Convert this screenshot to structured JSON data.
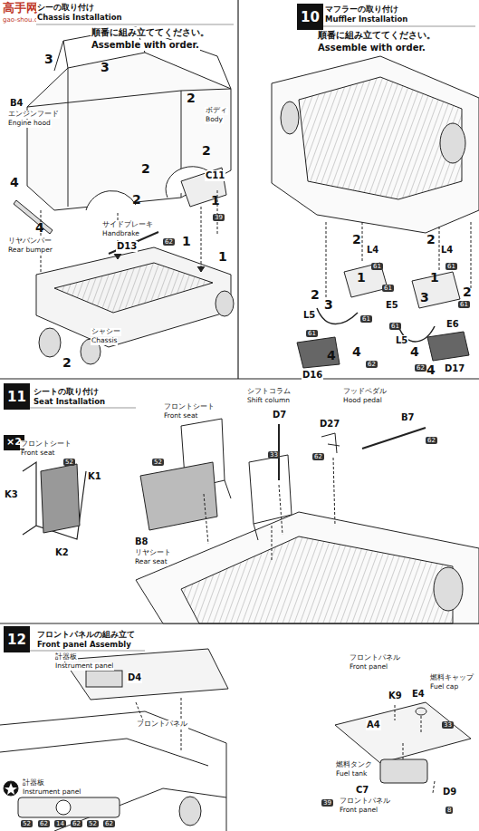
{
  "diagram": {
    "nodes": [
      {
        "text": [
          "10"
        ]
      },
      {
        "text": [
          "11"
        ]
      },
      {
        "text": [
          "12"
        ]
      }
    ],
    "labels": [
      "高手网",
      "gao-shou.com",
      "シーの取り付け",
      "Chassis Installation",
      "順番に組み立ててください。",
      "Assemble with order.",
      "3",
      "3",
      "2",
      "B4",
      "エンジンフード",
      "Engine hood",
      "ボディ",
      "Body",
      "2",
      "4",
      "4",
      "2",
      "2",
      "C11",
      "リヤバンパー",
      "Rear bumper",
      "1",
      "39",
      "サイドブレーキ",
      "Handbrake",
      "D13",
      "62",
      "1",
      "1",
      "シャシー",
      "Chassis",
      "2",
      "マフラーの取り付け",
      "Muffler Installation",
      "順番に組み立ててください。",
      "Assemble with order.",
      "2",
      "L4",
      "61",
      "1",
      "61",
      "2",
      "3",
      "L5",
      "E5",
      "61",
      "61",
      "4",
      "4",
      "D16",
      "62",
      "2",
      "L4",
      "61",
      "1",
      "2",
      "3",
      "61",
      "61",
      "L5",
      "4",
      "4",
      "E6",
      "D17",
      "62",
      "シートの取り付け",
      "Seat Installation",
      "×2",
      "フロントシート",
      "Front seat",
      "52",
      "K1",
      "K3",
      "K2",
      "フロントシート",
      "Front seat",
      "シフトコラム",
      "Shift column",
      "D7",
      "33",
      "D27",
      "62",
      "フッドペダル",
      "Hood pedal",
      "B7",
      "62",
      "52",
      "B8",
      "リヤシート",
      "Rear seat",
      "フロントパネルの組み立て",
      "Front panel Assembly",
      "計器板",
      "Instrument panel",
      "D4",
      "フロントパネル",
      "計器板",
      "Instrument panel",
      "52",
      "62",
      "14",
      "62",
      "52",
      "62",
      "フロントパネル",
      "Front panel",
      "K9",
      "E4",
      "燃料キャップ",
      "Fuel cap",
      "A4",
      "33",
      "燃料タンク",
      "Fuel tank",
      "C7",
      "D9",
      "39",
      "フロントパネル",
      "Front panel",
      "8"
    ]
  }
}
